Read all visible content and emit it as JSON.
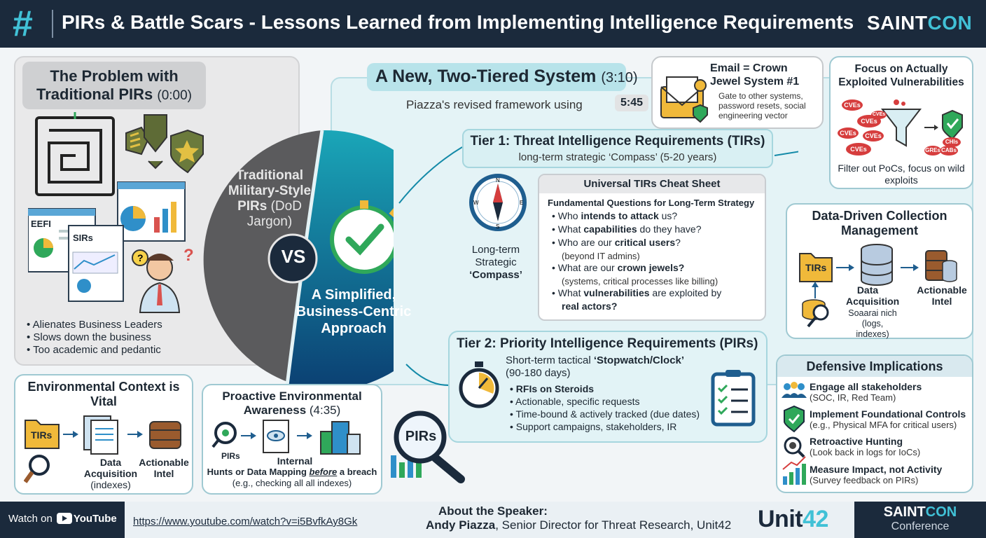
{
  "header": {
    "logo": "#",
    "title": "PIRs & Battle Scars - Lessons Learned from Implementing Intelligence Requirements",
    "brand_a": "SAINT",
    "brand_b": "CON"
  },
  "problem": {
    "title": "The Problem with Traditional PIRs",
    "time": "(0:00)",
    "eefi": "EEFI",
    "sirs": "SIRs",
    "bullets": [
      "Alienates Business Leaders",
      "Slows down the business",
      "Too academic and pedantic"
    ]
  },
  "vs": {
    "left_label": "Traditional Military-Style PIRs",
    "left_note": "(DoD Jargon)",
    "vs": "VS",
    "right_label": "A Simplified, Business-Centric Approach"
  },
  "new_system": {
    "title": "A New, Two-Tiered System",
    "time": "(3:10)",
    "subtitle": "Piazza's revised framework using",
    "time2": "5:45"
  },
  "tier1": {
    "title": "Tier 1: Threat Intelligence Requirements (TIRs)",
    "subtitle": "long-term strategic ‘Compass’ (5-20 years)",
    "compass_label_a": "Long-term",
    "compass_label_b": "Strategic",
    "compass_label_c": "‘Compass’"
  },
  "cheat": {
    "title": "Universal TIRs Cheat Sheet",
    "subtitle": "Fundamental Questions for Long-Term Strategy",
    "q1a": "Who ",
    "q1b": "intends to attack",
    "q1c": " us?",
    "q2a": "What ",
    "q2b": "capabilities",
    "q2c": " do they have?",
    "q3a": "Who are our ",
    "q3b": "critical users",
    "q3c": "?",
    "q3n": "(beyond IT admins)",
    "q4a": "What are our ",
    "q4b": "crown jewels?",
    "q4n": "(systems, critical processes like billing)",
    "q5a": "What ",
    "q5b": "vulnerabilities",
    "q5c": " are exploited by",
    "q5d": "real actors?"
  },
  "tier2": {
    "title": "Tier 2: Priority Intelligence Requirements (PIRs)",
    "sub_a": "Short-term tactical ",
    "sub_b": "‘Stopwatch/Clock’",
    "sub_c": "(90-180 days)",
    "bullets": [
      "RFIs on Steroids",
      "Actionable, specific requests",
      "Time-bound & actively tracked (due dates)",
      "Support campaigns, stakeholders, IR"
    ]
  },
  "email": {
    "title": "Email = Crown Jewel System #1",
    "desc": "Gate to other systems, password resets, social engineering vector"
  },
  "focus": {
    "title": "Focus on Actually Exploited Vulnerabilities",
    "footer": "Filter out PoCs, focus on wild exploits",
    "cve_labels": [
      "CVEs",
      "CVEs",
      "CVEs",
      "CVEs",
      "CVEs",
      "CVEs",
      "CHIs",
      "CABs",
      "GREs"
    ]
  },
  "data_driven": {
    "title": "Data-Driven Collection Management",
    "tirs": "TIRs",
    "acq": "Data Acquisition",
    "src": "Soaarai nich (logs, indexes)",
    "intel": "Actionable Intel"
  },
  "defensive": {
    "title": "Defensive Implications",
    "items": [
      {
        "h": "Engage all stakeholders",
        "s": "(SOC, IR, Red Team)"
      },
      {
        "h": "Implement Foundational Controls",
        "s": "(e.g., Physical MFA for critical users)"
      },
      {
        "h": "Retroactive Hunting",
        "s": "(Look back in logs for IoCs)"
      },
      {
        "h": "Measure Impact, not Activity",
        "s": "(Survey feedback on PIRs)"
      }
    ]
  },
  "env": {
    "title": "Environmental Context is Vital",
    "tirs": "TIRs",
    "acq": "Data Acquisition",
    "acq_note": "(indexes)",
    "intel": "Actionable Intel"
  },
  "proactive": {
    "title": "Proactive Environmental Awareness",
    "time": "(4:35)",
    "pirs": "PIRs",
    "internal": "Internal",
    "foot_a": "Hunts or Data Mapping ",
    "foot_b": "before",
    "foot_c": " a breach",
    "foot_d": "(e.g., checking all all indexes)"
  },
  "magnifier": {
    "label": "PIRs"
  },
  "footer": {
    "watch": "Watch on",
    "youtube": "YouTube",
    "url": "https://www.youtube.com/watch?v=i5BvfkAy8Gk",
    "about_heading": "About the Speaker:",
    "speaker": "Andy Piazza",
    "speaker_role": ", Senior Director for Threat Research, Unit42",
    "unit42_a": "Unit",
    "unit42_b": "42",
    "brand_a": "SAINT",
    "brand_b": "CON",
    "brand_sub": "Conference"
  },
  "colors": {
    "navy": "#1b2a3c",
    "teal": "#41c1d6",
    "tier_blue": "#0d6d8f",
    "grey_circle": "#5b5b5d",
    "check_green": "#2fa85a",
    "cve_red": "#d63d3d"
  }
}
